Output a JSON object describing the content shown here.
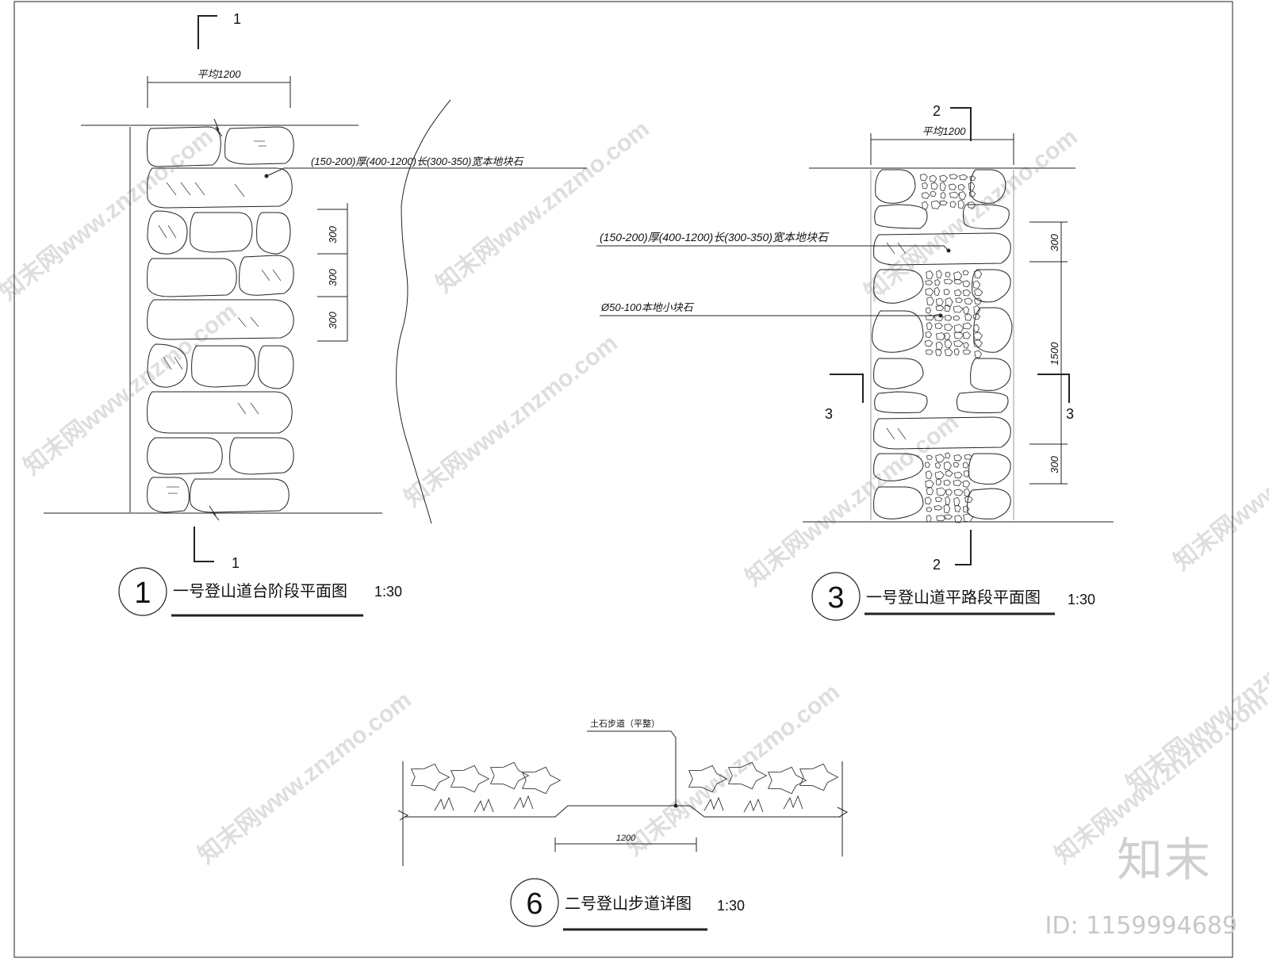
{
  "drawing_1": {
    "section_mark": "1",
    "width_dim": "平均1200",
    "stone_note": "(150-200)厚(400-1200)长(300-350)宽本地块石",
    "step_dims": [
      "300",
      "300",
      "300"
    ],
    "circle_no": "1",
    "title": "一号登山道台阶段平面图",
    "scale": "1:30"
  },
  "drawing_3": {
    "section_mark_top": "2",
    "section_mark_side": "3",
    "width_dim": "平均1200",
    "stone_note": "(150-200)厚(400-1200)长(300-350)宽本地块石",
    "small_stone_note": "Ø50-100本地小块石",
    "dims": [
      "300",
      "1500",
      "300"
    ],
    "circle_no": "3",
    "title": "一号登山道平路段平面图",
    "scale": "1:30"
  },
  "drawing_6": {
    "path_note": "土石步道（平整）",
    "width_dim": "1200",
    "circle_no": "6",
    "title": "二号登山步道详图",
    "scale": "1:30"
  },
  "watermark": {
    "text": "知末网www.znzmo.com",
    "brand": "知末",
    "image_id": "ID: 1159994689"
  }
}
